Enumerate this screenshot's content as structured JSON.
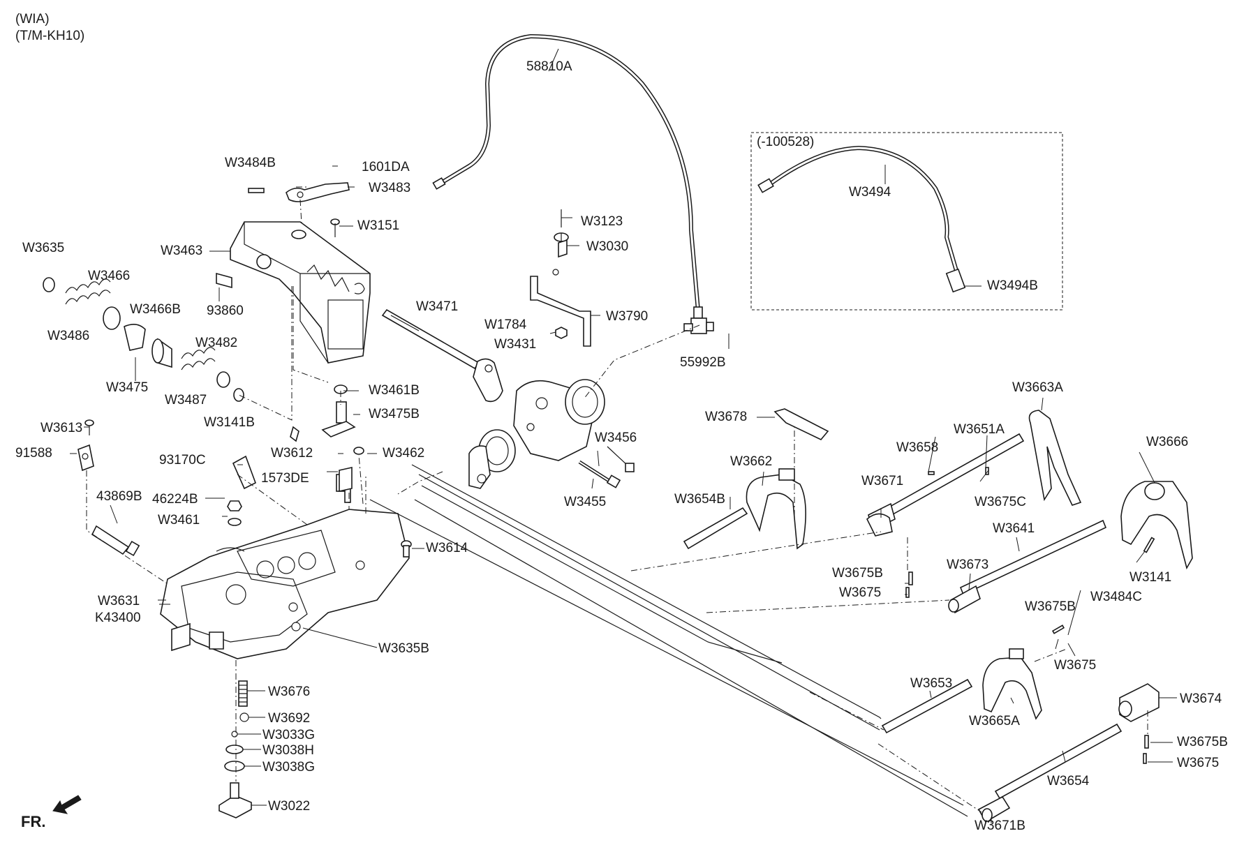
{
  "header": {
    "line1": "(WIA)",
    "line2": "(T/M-KH10)"
  },
  "direction_label": "FR.",
  "variant_box": {
    "label": "(-100528)"
  },
  "parts": {
    "p58810A": "58810A",
    "p1601DA": "1601DA",
    "pW3484B": "W3484B",
    "pW3483": "W3483",
    "pW3151": "W3151",
    "pW3463": "W3463",
    "pW3635": "W3635",
    "pW3466": "W3466",
    "pW3486": "W3486",
    "p93860": "93860",
    "pW3466B": "W3466B",
    "pW3482": "W3482",
    "pW3475": "W3475",
    "pW3487": "W3487",
    "pW3141B": "W3141B",
    "pW3471": "W3471",
    "pW3461B": "W3461B",
    "pW3475B": "W3475B",
    "pW3431": "W3431",
    "pW3123": "W3123",
    "pW3030": "W3030",
    "pW3790": "W3790",
    "pW1784": "W1784",
    "p55992B": "55992B",
    "pW3494": "W3494",
    "pW3494B": "W3494B",
    "pW3613": "W3613",
    "p91588": "91588",
    "p93170C": "93170C",
    "pW3612": "W3612",
    "pW3462": "W3462",
    "p1573DE": "1573DE",
    "pW3456": "W3456",
    "pW3455": "W3455",
    "p43869B": "43869B",
    "p46224B": "46224B",
    "pW3461": "W3461",
    "pW3614": "W3614",
    "pW3631": "W3631",
    "pK43400": "K43400",
    "pW3635B": "W3635B",
    "pW3676": "W3676",
    "pW3692": "W3692",
    "pW3033G": "W3033G",
    "pW3038H": "W3038H",
    "pW3038G": "W3038G",
    "pW3022": "W3022",
    "pW3678": "W3678",
    "pW3662": "W3662",
    "pW3654B": "W3654B",
    "pW3658": "W3658",
    "pW3651A": "W3651A",
    "pW3663A": "W3663A",
    "pW3666": "W3666",
    "pW3671": "W3671",
    "pW3675C": "W3675C",
    "pW3641": "W3641",
    "pW3675B_a": "W3675B",
    "pW3675_a": "W3675",
    "pW3673": "W3673",
    "pW3141": "W3141",
    "pW3484C": "W3484C",
    "pW3675B_b": "W3675B",
    "pW3675_b": "W3675",
    "pW3653": "W3653",
    "pW3665A": "W3665A",
    "pW3674": "W3674",
    "pW3675B_c": "W3675B",
    "pW3675_c": "W3675",
    "pW3654": "W3654",
    "pW3671B": "W3671B"
  }
}
